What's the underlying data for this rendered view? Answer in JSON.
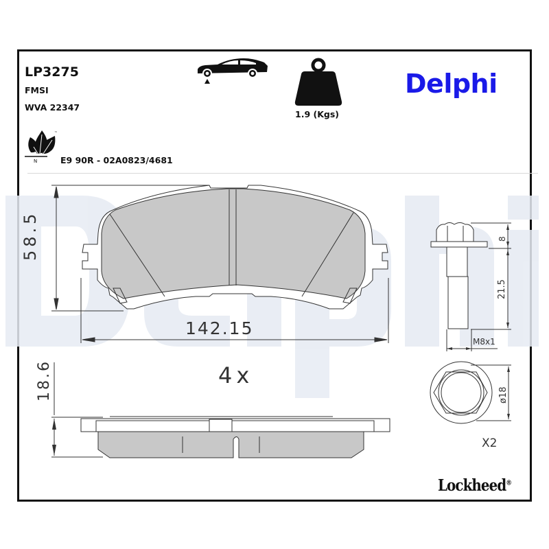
{
  "header": {
    "part_number": "LP3275",
    "fmsi_label": "FMSI",
    "wva_label": "WVA 22347",
    "certification": "E9 90R - 02A0823/4681",
    "weight_label": "1.9 (Kgs)",
    "brand": "Delphi",
    "brand_color": "#1a1ae8",
    "eco_icon_label": "N",
    "eco_icon_tm": "™"
  },
  "icons": {
    "axle_position": "car-front-axle-icon",
    "weight": "weight-icon",
    "eco": "leaf-icon"
  },
  "drawing": {
    "pad_height": "58.5",
    "pad_width": "142.15",
    "pad_thickness": "18.6",
    "pad_quantity": "4x",
    "bolt_head_height": "8",
    "bolt_length": "21.5",
    "bolt_thread": "M8x1",
    "bolt_head_diameter": "ø18",
    "bolt_quantity": "X2"
  },
  "footer": {
    "brand": "Lockheed",
    "registered": "®"
  },
  "colors": {
    "pad_fill": "#c8c8c8",
    "watermark": "#e6ebf3",
    "frame": "#111111"
  }
}
